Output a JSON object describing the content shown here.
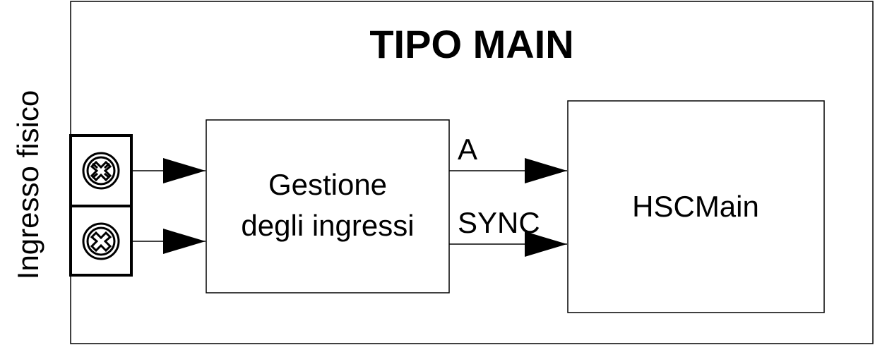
{
  "diagram": {
    "title": "TIPO MAIN",
    "side_label": "Ingresso fisico",
    "input_block": {
      "label_line1": "Gestione",
      "label_line2": "degli ingressi"
    },
    "main_block": {
      "label": "HSCMain"
    },
    "signals": {
      "a": "A",
      "sync": "SYNC"
    },
    "terminals": [
      {
        "icon": "screw-terminal-icon"
      },
      {
        "icon": "screw-terminal-icon"
      }
    ],
    "colors": {
      "line": "#000000",
      "background": "#ffffff"
    }
  }
}
